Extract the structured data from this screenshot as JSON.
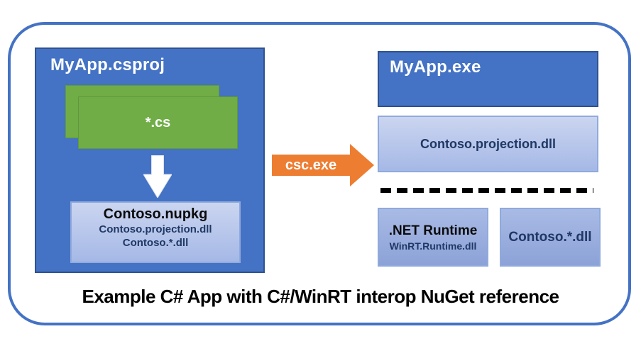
{
  "caption": "Example C# App with C#/WinRT interop NuGet reference",
  "left_panel": {
    "title": "MyApp.csproj",
    "cs_files_label": "*.cs",
    "nupkg": {
      "title": "Contoso.nupkg",
      "contents": [
        "Contoso.projection.dll",
        "Contoso.*.dll"
      ]
    }
  },
  "compiler_arrow": {
    "label": "csc.exe"
  },
  "right_panel": {
    "exe_title": "MyApp.exe",
    "projection_dll_label": "Contoso.projection.dll",
    "runtime": {
      "title": ".NET Runtime",
      "subtitle": "WinRT.Runtime.dll"
    },
    "contoso_dll_label": "Contoso.*.dll"
  },
  "colors": {
    "frame_blue": "#4472C4",
    "panel_blue": "#4472C4",
    "panel_border": "#2F528F",
    "green": "#70AD47",
    "orange": "#ED7D31",
    "navy": "#1F3864",
    "light_top": "#CBD5F0",
    "light_bottom": "#A5B8E6",
    "mid_top": "#A9BAE5",
    "mid_bottom": "#8CA2D7",
    "light_border": "#8FAADC",
    "caption_black": "#000000"
  }
}
